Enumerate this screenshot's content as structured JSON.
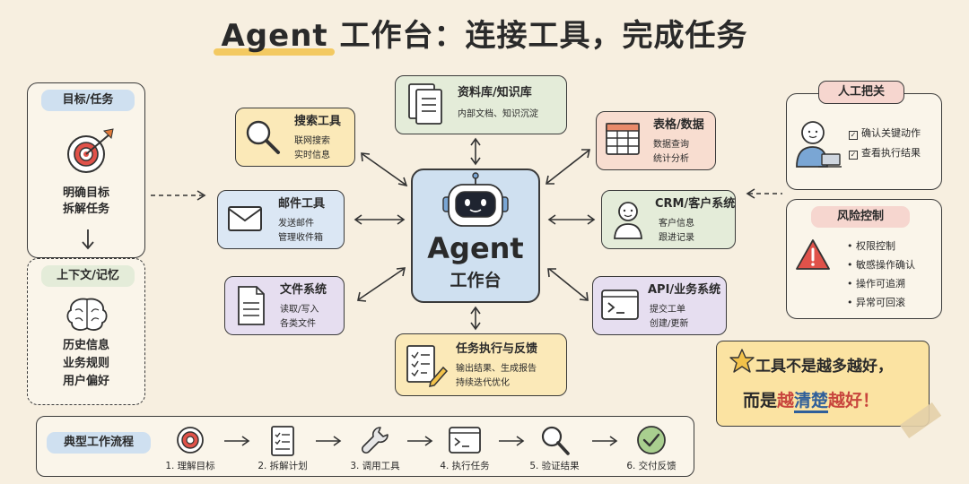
{
  "header": {
    "title": "Agent 工作台：连接工具，完成任务"
  },
  "left": {
    "goal_label": "目标/任务",
    "goal_line1": "明确目标",
    "goal_line2": "拆解任务",
    "context_label": "上下文/记忆",
    "context_line1": "历史信息",
    "context_line2": "业务规则",
    "context_line3": "用户偏好"
  },
  "center": {
    "name": "Agent",
    "sub": "工作台"
  },
  "tools": {
    "knowledge": {
      "name": "资料库/知识库",
      "sub1": "内部文档、知识沉淀"
    },
    "search": {
      "name": "搜索工具",
      "sub1": "联网搜索",
      "sub2": "实时信息"
    },
    "mail": {
      "name": "邮件工具",
      "sub1": "发送邮件",
      "sub2": "管理收件箱"
    },
    "files": {
      "name": "文件系统",
      "sub1": "读取/写入",
      "sub2": "各类文件"
    },
    "exec": {
      "name": "任务执行与反馈",
      "sub1": "输出结果、生成报告",
      "sub2": "持续迭代优化"
    },
    "table": {
      "name": "表格/数据",
      "sub1": "数据查询",
      "sub2": "统计分析"
    },
    "crm": {
      "name": "CRM/客户系统",
      "sub1": "客户信息",
      "sub2": "跟进记录"
    },
    "api": {
      "name": "API/业务系统",
      "sub1": "提交工单",
      "sub2": "创建/更新"
    }
  },
  "right": {
    "human_label": "人工把关",
    "human_items": [
      "确认关键动作",
      "查看执行结果"
    ],
    "risk_label": "风险控制",
    "risk_items": [
      "权限控制",
      "敏感操作确认",
      "操作可追溯",
      "异常可回滚"
    ]
  },
  "note": {
    "line1": "工具不是越多越好，",
    "line2_a": "而是",
    "line2_b": "越",
    "line2_c": "清楚",
    "line2_d": "越好！"
  },
  "flow": {
    "label": "典型工作流程",
    "steps": [
      "1. 理解目标",
      "2. 拆解计划",
      "3. 调用工具",
      "4. 执行任务",
      "5. 验证结果",
      "6. 交付反馈"
    ]
  },
  "colors": {
    "search": "#fbe9b8",
    "mail": "#dbe7f4",
    "files": "#e6def0",
    "knowledge": "#e4ecd9",
    "exec": "#fbe9b8",
    "table": "#f8ddd0",
    "crm": "#e4ecd9",
    "api": "#e6def0",
    "center": "#cfe0f0",
    "goal_pill": "#cfe0f0",
    "human_pill": "#f6d6cf",
    "risk_pill": "#f6d6cf"
  }
}
